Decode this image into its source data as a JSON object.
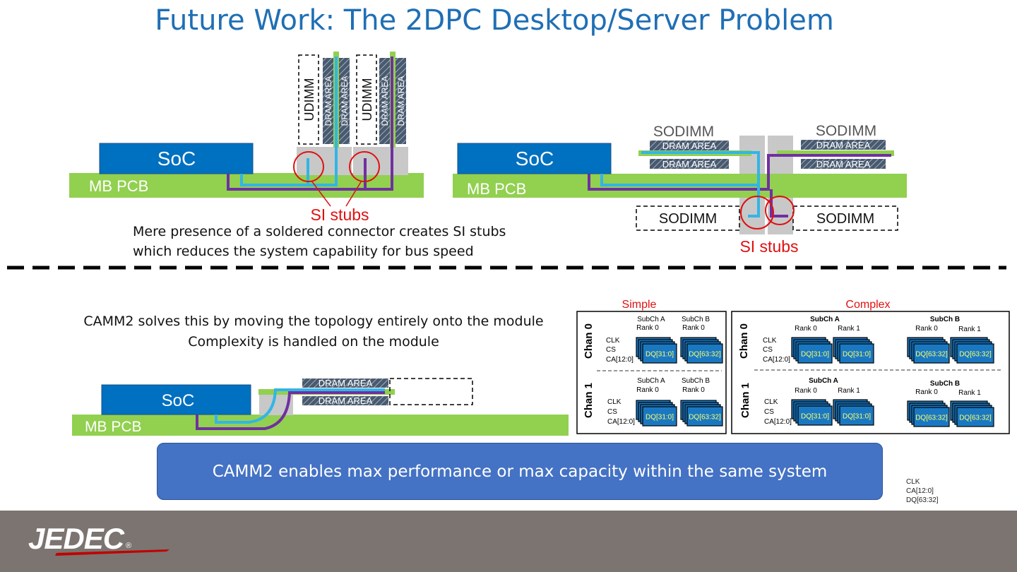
{
  "title": "Future Work: The 2DPC Desktop/Server Problem",
  "labels": {
    "soc": "SoC",
    "mb_pcb": "MB PCB",
    "udimm": "UDIMM",
    "dram_area": "DRAM AREA",
    "sodimm": "SODIMM",
    "si_stubs": "SI stubs"
  },
  "captions": {
    "stub_line1": "Mere presence of a soldered connector creates SI stubs",
    "stub_line2": "which reduces the system capability for bus speed",
    "camm_line1": "CAMM2 solves this by moving the topology entirely onto the module",
    "camm_line2": "Complexity is handled on the module"
  },
  "topology": {
    "simple_title": "Simple",
    "complex_title": "Complex",
    "chan0": "Chan 0",
    "chan1": "Chan 1",
    "clk": "CLK",
    "cs": "CS",
    "ca": "CA[12:0]",
    "subch_a": "SubCh A",
    "subch_b": "SubCh B",
    "rank0": "Rank 0",
    "rank1": "Rank 1",
    "dq_low": "DQ[31:0]",
    "dq_high": "DQ[63:32]"
  },
  "banner": "CAMM2 enables max performance or max capacity within the same system",
  "side_legend": [
    "CLK",
    "CA[12:0]",
    "DQ[63:32]"
  ],
  "logo_text": "JEDEC",
  "logo_mark": "®",
  "colors": {
    "title": "#1f6fb5",
    "soc": "#0070c0",
    "pcb": "#92d050",
    "trace_blue": "#33b5e5",
    "trace_purple": "#7030a0",
    "stub_red": "#e01010",
    "banner": "#4472c4",
    "footer": "#7b7470",
    "chip_blue": "#1a78c2"
  }
}
